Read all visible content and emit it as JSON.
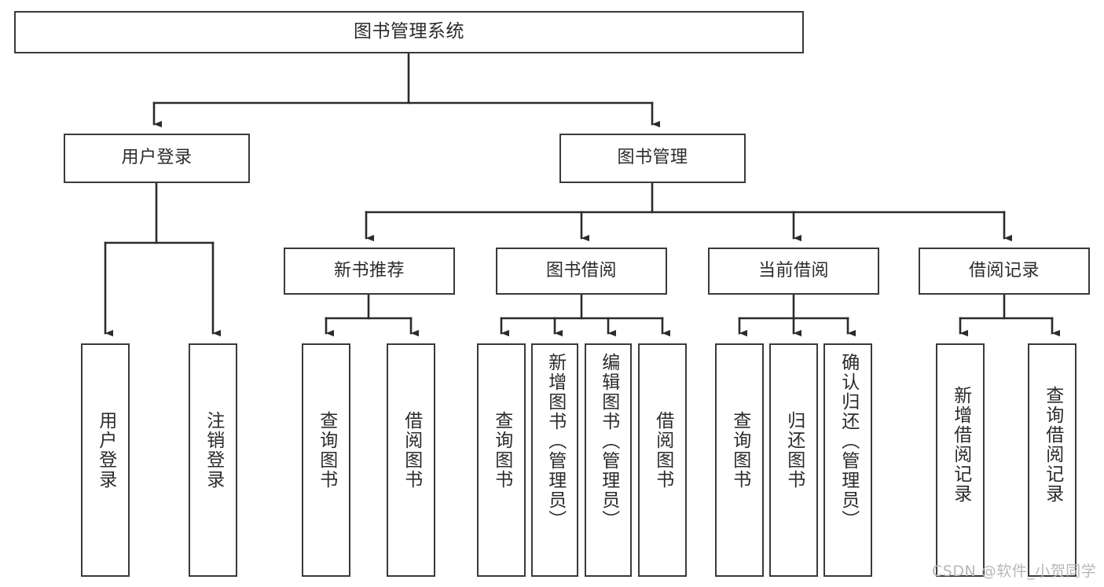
{
  "diagram": {
    "title": "图书管理系统",
    "type": "tree-hierarchy",
    "levels": 4,
    "colors": {
      "box_border": "#3a3a3a",
      "box_fill": "#ffffff",
      "edge": "#2b2b2b",
      "text": "#2b2b2b",
      "watermark": "#b7b7b7",
      "background": "#ffffff"
    },
    "root": {
      "label": "图书管理系统"
    },
    "level2": [
      {
        "label": "用户登录"
      },
      {
        "label": "图书管理"
      }
    ],
    "level3": [
      {
        "label": "新书推荐"
      },
      {
        "label": "图书借阅"
      },
      {
        "label": "当前借阅"
      },
      {
        "label": "借阅记录"
      }
    ],
    "leaves": {
      "user_login": [
        {
          "label": "用户登录"
        },
        {
          "label": "注销登录"
        }
      ],
      "new_book_recommend": [
        {
          "label": "查询图书"
        },
        {
          "label": "借阅图书"
        }
      ],
      "book_borrow": [
        {
          "label": "查询图书"
        },
        {
          "label": "新增图书（管理员）"
        },
        {
          "label": "编辑图书（管理员）"
        },
        {
          "label": "借阅图书"
        }
      ],
      "current_borrow": [
        {
          "label": "查询图书"
        },
        {
          "label": "归还图书"
        },
        {
          "label": "确认归还（管理员）"
        }
      ],
      "borrow_record": [
        {
          "label": "新增借阅记录"
        },
        {
          "label": "查询借阅记录"
        }
      ]
    },
    "watermark": "CSDN @软件_小贺同学"
  }
}
